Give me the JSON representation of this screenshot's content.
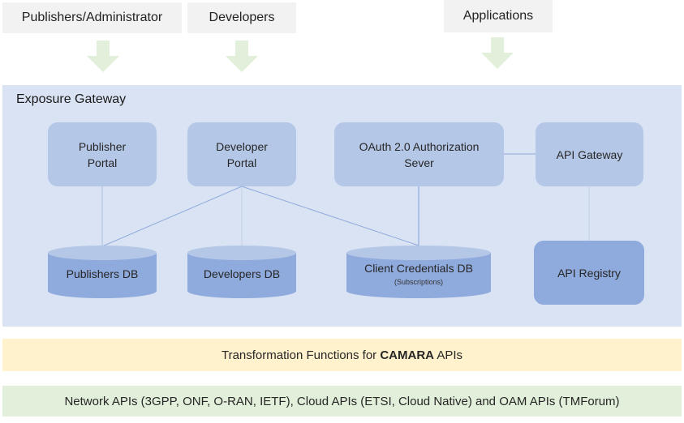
{
  "actors": [
    {
      "label": "Publishers/Administrator"
    },
    {
      "label": "Developers"
    },
    {
      "label": "Applications"
    }
  ],
  "gateway": {
    "title": "Exposure Gateway",
    "nodes": {
      "publisher_portal": {
        "line1": "Publisher",
        "line2": "Portal"
      },
      "developer_portal": {
        "line1": "Developer",
        "line2": "Portal"
      },
      "oauth_server": {
        "line1": "OAuth 2.0 Authorization",
        "line2": "Sever"
      },
      "api_gateway": {
        "label": "API Gateway"
      },
      "api_registry": {
        "label": "API Registry"
      }
    },
    "databases": {
      "publishers_db": {
        "label": "Publishers DB"
      },
      "developers_db": {
        "label": "Developers DB"
      },
      "client_credentials_db": {
        "label": "Client Credentials DB",
        "sub": "(Subscriptions)"
      }
    }
  },
  "layers": {
    "transformation": {
      "prefix": "Transformation Functions for ",
      "bold": "CAMARA",
      "suffix": " APIs"
    },
    "network": {
      "label": "Network APIs (3GPP, ONF, O-RAN, IETF), Cloud APIs (ETSI, Cloud Native) and OAM APIs (TMForum)"
    }
  },
  "colors": {
    "actor_bg": "#f2f2f2",
    "arrow": "#e2efda",
    "gateway_bg": "#dae3f3",
    "node_light": "#b4c7e7",
    "node_dark": "#8faadc",
    "transformation_bg": "#fff2cc",
    "network_bg": "#e2efda"
  }
}
